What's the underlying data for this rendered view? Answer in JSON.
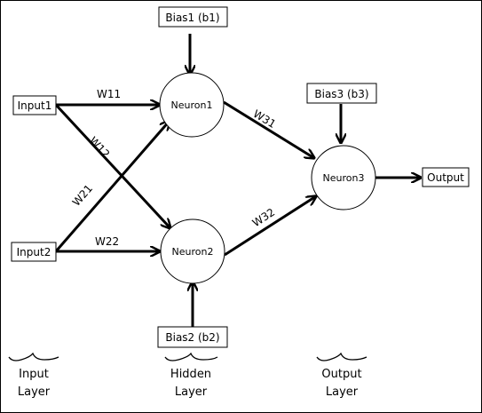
{
  "inputs": [
    {
      "label": "Input1"
    },
    {
      "label": "Input2"
    }
  ],
  "biases": [
    {
      "label": "Bias1 (b1)"
    },
    {
      "label": "Bias2 (b2)"
    },
    {
      "label": "Bias3 (b3)"
    }
  ],
  "neurons": [
    {
      "label": "Neuron1"
    },
    {
      "label": "Neuron2"
    },
    {
      "label": "Neuron3"
    }
  ],
  "output": {
    "label": "Output"
  },
  "weights": {
    "w11": "W11",
    "w12": "W12",
    "w21": "W21",
    "w22": "W22",
    "w31": "W31",
    "w32": "W32"
  },
  "layers": [
    {
      "line1": "Input",
      "line2": "Layer"
    },
    {
      "line1": "Hidden",
      "line2": "Layer"
    },
    {
      "line1": "Output",
      "line2": "Layer"
    }
  ]
}
